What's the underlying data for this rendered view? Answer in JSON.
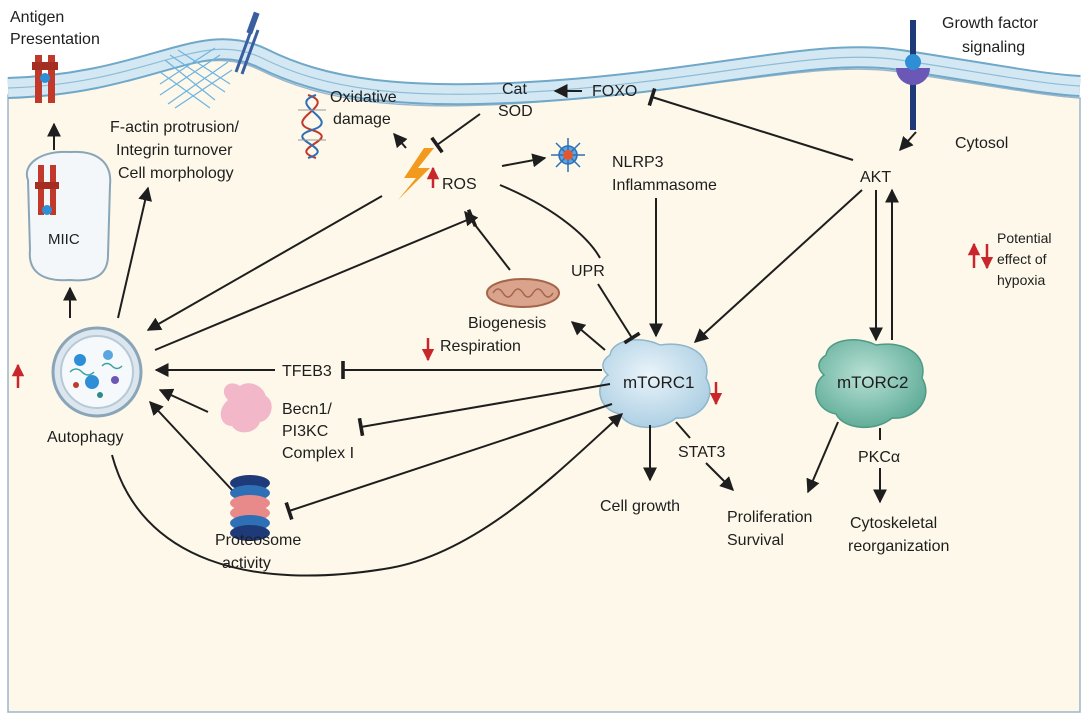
{
  "labels": {
    "antigen_presentation": [
      "Antigen",
      "Presentation"
    ],
    "growth_factor": [
      "Growth factor",
      "signaling"
    ],
    "cytosol": "Cytosol",
    "factin": [
      "F-actin protrusion/",
      "Integrin turnover",
      "Cell morphology"
    ],
    "oxidative": [
      "Oxidative",
      "damage"
    ],
    "cat_sod": [
      "Cat",
      "SOD"
    ],
    "foxo": "FOXO",
    "ros": "ROS",
    "nlrp3": [
      "NLRP3",
      "Inflammasome"
    ],
    "akt": "AKT",
    "miic": "MIIC",
    "upr": "UPR",
    "mito": [
      "Biogenesis",
      "Respiration"
    ],
    "tfeb3": "TFEB3",
    "becn1": [
      "Becn1/",
      "PI3KC",
      "Complex I"
    ],
    "autophagy": "Autophagy",
    "proteosome": [
      "Proteosome",
      "activity"
    ],
    "mtorc1": "mTORC1",
    "mtorc2": "mTORC2",
    "stat3": "STAT3",
    "cell_growth": "Cell growth",
    "prolif": [
      "Proliferation",
      "Survival"
    ],
    "pkca": "PKCα",
    "cytoskeletal": [
      "Cytoskeletal",
      "reorganization"
    ],
    "legend": [
      "Potential",
      "effect of",
      "hypoxia"
    ]
  },
  "colors": {
    "membrane_fill": "#d3e8f3",
    "membrane_edge": "#6fa8c8",
    "cytosol_fill": "#fdf8ea",
    "arrow": "#1e1e1e",
    "hypoxia_red": "#c8262a",
    "mtorc1_fill": "#cfe3ef",
    "mtorc2_fill": "#7fc1ae",
    "becn1_fill": "#f2b7c8",
    "mito_fill": "#d9a38c",
    "receptor_red": "#c0392b"
  },
  "icons": {
    "receptor_antigen": "mhc-receptor-icon",
    "miic": "miic-vesicle-icon",
    "factin": "actin-mesh-icon",
    "dna": "dna-helix-icon",
    "lightning": "lightning-icon",
    "nlrp3": "inflammasome-icon",
    "receptor_gf": "growth-factor-receptor-icon",
    "autophagosome": "autophagosome-icon",
    "mitochondrion": "mitochondrion-icon",
    "becn1": "becn1-complex-icon",
    "proteasome": "proteasome-icon",
    "mtorc1": "mtorc1-complex-icon",
    "mtorc2": "mtorc2-complex-icon"
  }
}
